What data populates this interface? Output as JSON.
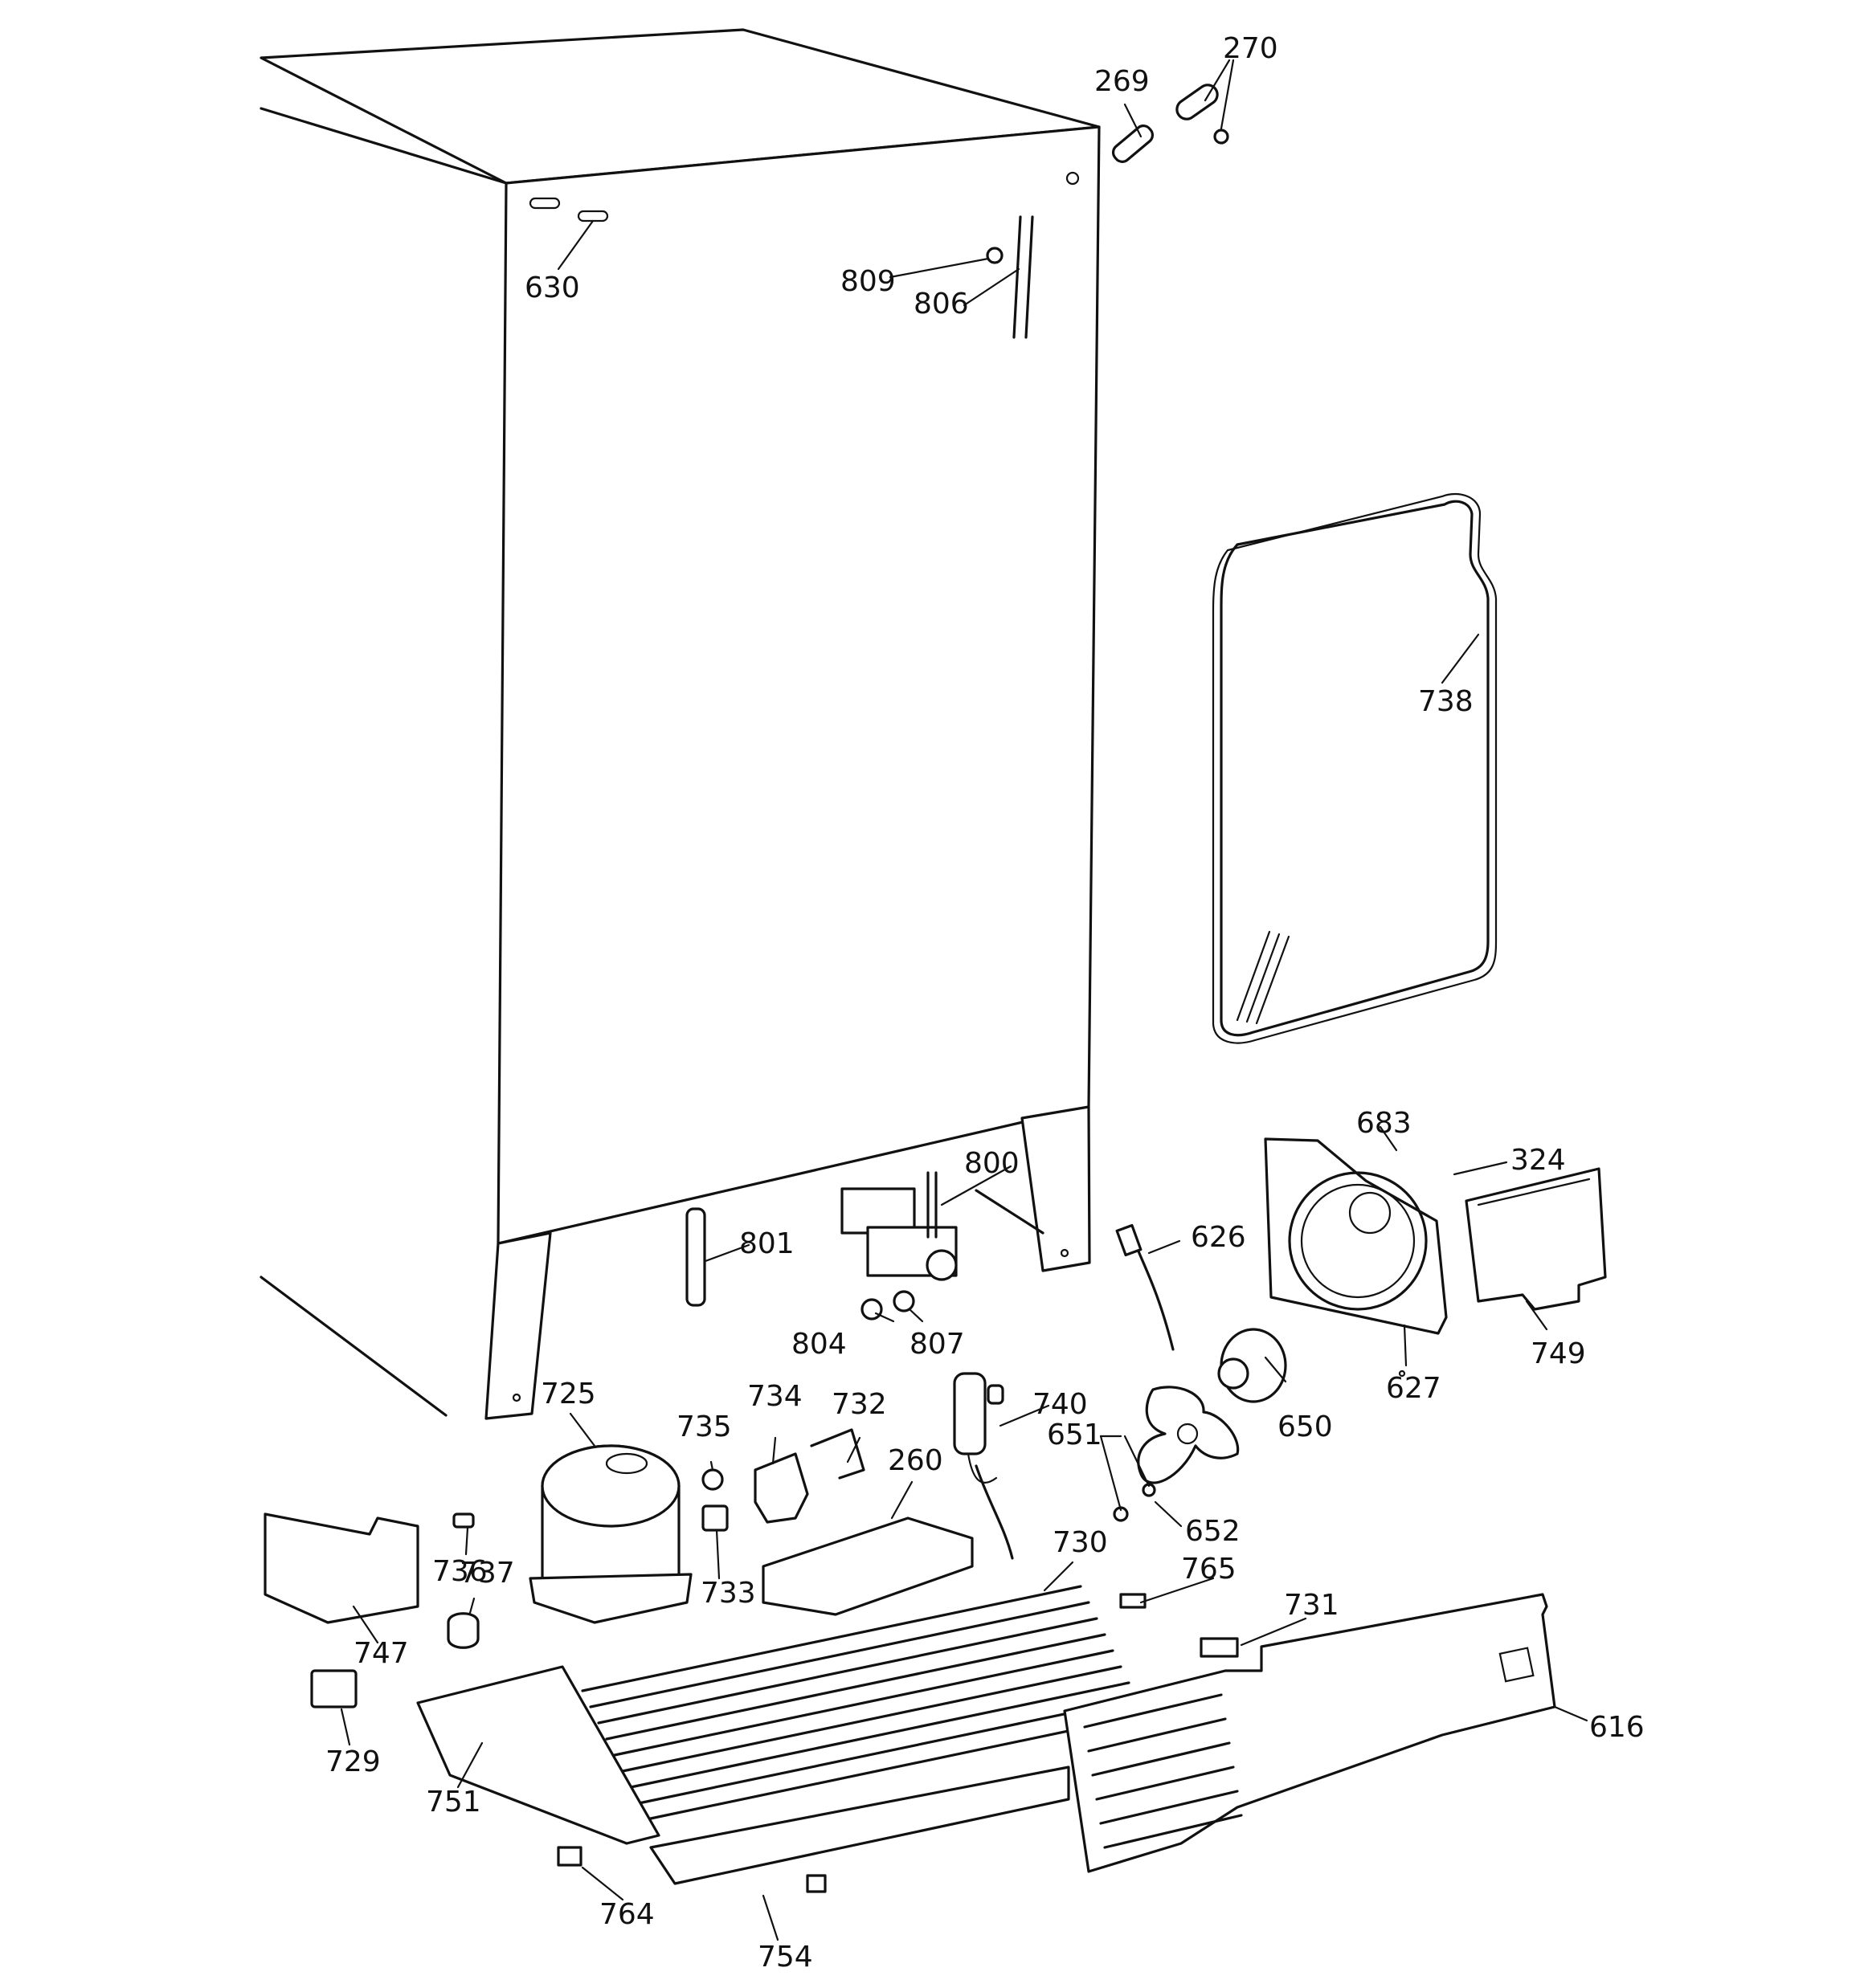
{
  "part_labels": {
    "p269": "269",
    "p270": "270",
    "p630": "630",
    "p809": "809",
    "p806": "806",
    "p738": "738",
    "p683": "683",
    "p324": "324",
    "p800": "800",
    "p801": "801",
    "p626": "626",
    "p804": "804",
    "p807": "807",
    "p749": "749",
    "p627": "627",
    "p650": "650",
    "p725": "725",
    "p734": "734",
    "p732": "732",
    "p740": "740",
    "p735": "735",
    "p651": "651",
    "p260": "260",
    "p652": "652",
    "p730": "730",
    "p736": "736",
    "p737": "737",
    "p733": "733",
    "p765": "765",
    "p731": "731",
    "p747": "747",
    "p616": "616",
    "p729": "729",
    "p751": "751",
    "p764": "764",
    "p754": "754"
  }
}
